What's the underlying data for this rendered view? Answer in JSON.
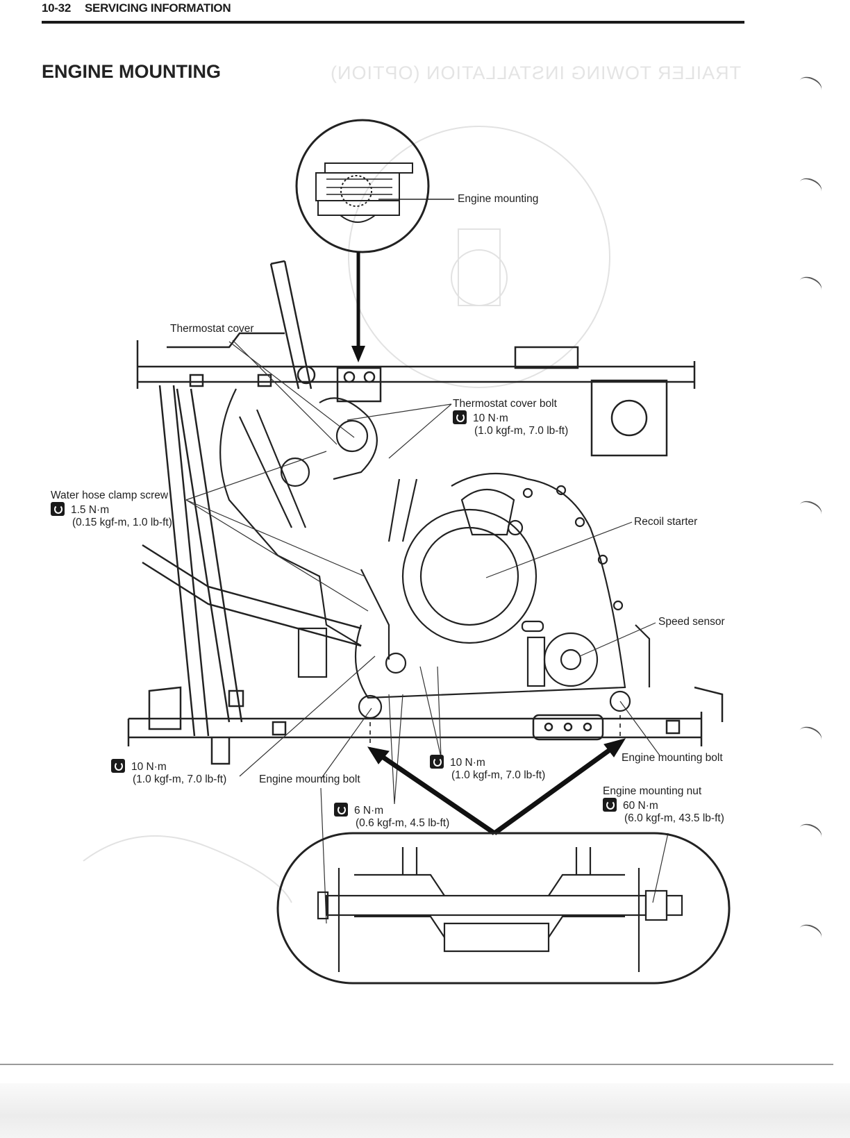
{
  "header": {
    "page_number": "10-32",
    "section": "SERVICING INFORMATION"
  },
  "title": "ENGINE MOUNTING",
  "ghost_title": "TRAILER TOWING INSTALLATION (OPTION)",
  "labels": {
    "engine_mounting": "Engine mounting",
    "thermostat_cover": "Thermostat cover",
    "thermostat_cover_bolt": {
      "name": "Thermostat cover bolt",
      "value": "10 N·m",
      "sub": "(1.0 kgf-m, 7.0 lb-ft)"
    },
    "water_hose_clamp_screw": {
      "name": "Water hose clamp screw",
      "value": "1.5 N·m",
      "sub": "(0.15 kgf-m, 1.0 lb-ft)"
    },
    "recoil_starter": "Recoil starter",
    "speed_sensor": "Speed sensor",
    "torque_left": {
      "value": "10 N·m",
      "sub": "(1.0 kgf-m, 7.0 lb-ft)"
    },
    "engine_mounting_bolt_center": "Engine mounting bolt",
    "torque_center": {
      "value": "10 N·m",
      "sub": "(1.0 kgf-m, 7.0 lb-ft)"
    },
    "engine_mounting_bolt_right": "Engine mounting bolt",
    "torque_6": {
      "value": "6 N·m",
      "sub": "(0.6 kgf-m, 4.5 lb-ft)"
    },
    "engine_mounting_nut": {
      "name": "Engine mounting nut",
      "value": "60 N·m",
      "sub": "(6.0 kgf-m, 43.5 lb-ft)"
    }
  },
  "icons": {
    "torque": "torque-wrench-icon"
  },
  "colors": {
    "ink": "#1a1a1a",
    "line": "#2b2b2b",
    "ghost": "#dedede"
  }
}
